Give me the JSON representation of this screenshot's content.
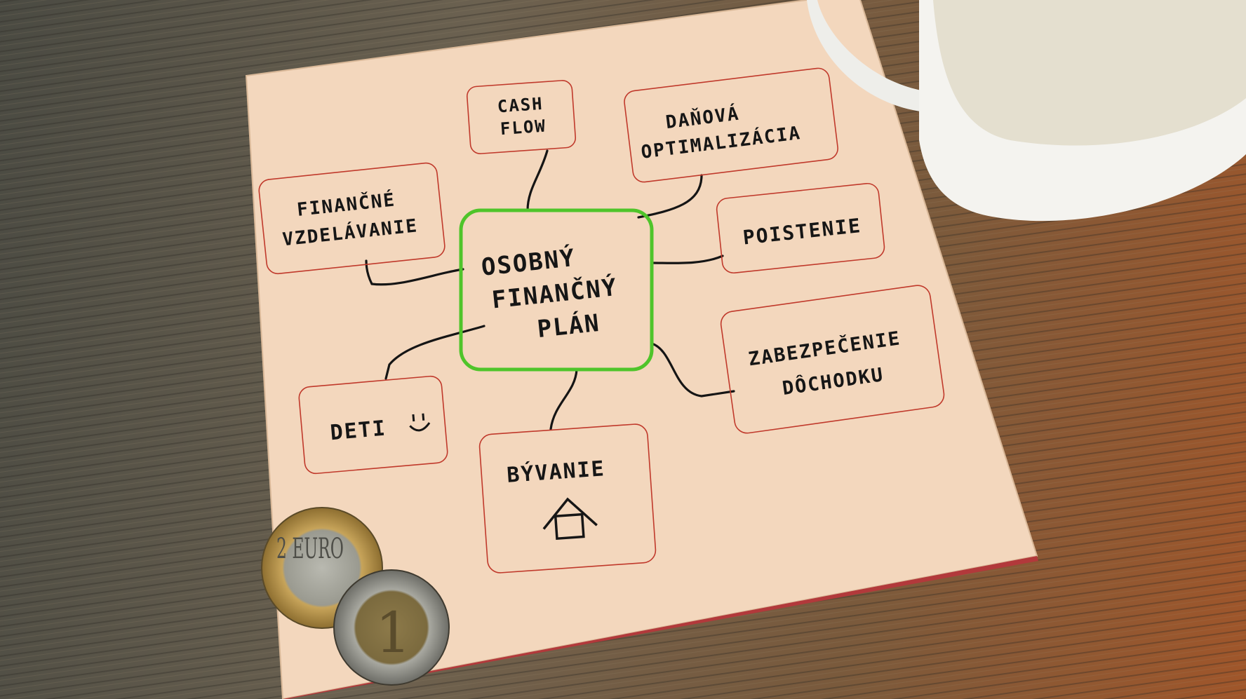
{
  "mindmap": {
    "center": [
      "OSOBNÝ",
      "FINANČNÝ",
      "PLÁN"
    ],
    "nodes": {
      "cash_flow": [
        "CASH",
        "FLOW"
      ],
      "danova": [
        "DAŇOVÁ",
        "OPTIMALIZÁCIA"
      ],
      "vzdelavanie": [
        "FINANČNÉ",
        "VZDELÁVANIE"
      ],
      "poistenie": [
        "POISTENIE"
      ],
      "zabezpecenie": [
        "ZABEZPEČENIE",
        "DÔCHODKU"
      ],
      "deti": [
        "DETI"
      ],
      "byvanie": [
        "BÝVANIE"
      ]
    },
    "colors": {
      "center_border": "#4fc42a",
      "node_border": "#c0392b",
      "napkin": "#f3d7bd"
    }
  },
  "coins": {
    "two_euro": "2 EURO",
    "one_euro": "1"
  }
}
